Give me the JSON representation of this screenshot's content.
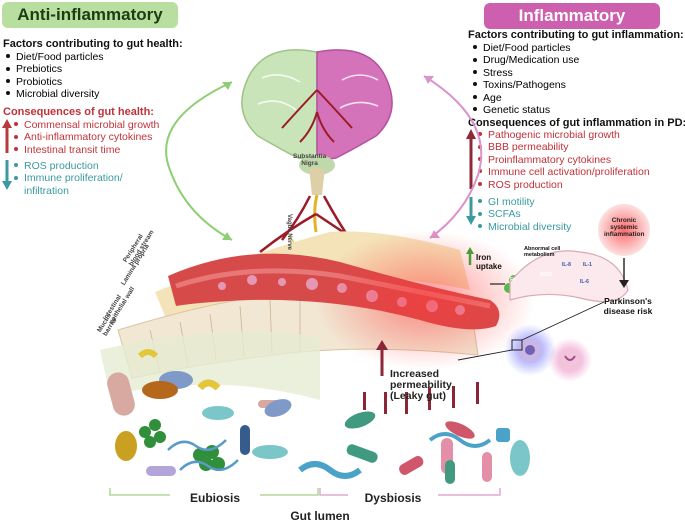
{
  "headers": {
    "anti": "Anti-inflammatory",
    "inflammatory": "Inflammatory"
  },
  "left": {
    "factors_title": "Factors contributing to gut health:",
    "factors": [
      "Diet/Food particles",
      "Prebiotics",
      "Probiotics",
      "Microbial diversity"
    ],
    "consequences_title": "Consequences of gut health:",
    "up": [
      "Commensal microbial growth",
      "Anti-inflammatory cytokines",
      "Intestinal transit time"
    ],
    "down": [
      "ROS production",
      "Immune proliferation/",
      "infiltration"
    ]
  },
  "right": {
    "factors_title": "Factors contributing to gut inflammation:",
    "factors": [
      "Diet/Food particles",
      "Drug/Medication use",
      "Stress",
      "Toxins/Pathogens",
      "Age",
      "Genetic status"
    ],
    "consequences_title": "Consequences of gut inflammation in PD:",
    "up": [
      "Pathogenic microbial growth",
      "BBB permeability",
      "Proinflammatory cytokines",
      "Immune cell activation/proliferation",
      "ROS production"
    ],
    "down": [
      "GI motility",
      "SCFAs",
      "Microbial diversity"
    ]
  },
  "labels": {
    "substantia": [
      "Substantia",
      "Nigra"
    ],
    "vagus": "Vagus Nerve",
    "peripheral": [
      "Peripheral",
      "blood stream"
    ],
    "lamina": "Lamina propria",
    "intestinal": [
      "Intestinal",
      "epithelial wall"
    ],
    "mucus": [
      "Mucus",
      "barrier"
    ],
    "iron": [
      "Iron",
      "uptake"
    ],
    "abnormal": [
      "Abnormal cell",
      "metabolism"
    ],
    "ros": "ROS",
    "fe": "Fe",
    "il8": "IL-8",
    "il1": "IL-1",
    "il6": "IL-6",
    "chronic": [
      "Chronic",
      "systemic",
      "inflammation"
    ],
    "parkinsons": [
      "Parkinson's",
      "disease risk"
    ],
    "permeability": [
      "Increased",
      "permeability",
      "(Leaky gut)"
    ]
  },
  "footer": {
    "eubiosis": "Eubiosis",
    "dysbiosis": "Dysbiosis",
    "lumen": "Gut lumen"
  },
  "colors": {
    "anti_header": "#b9dfa0",
    "inflammatory_header": "#cc5fae",
    "red_text": "#c0323a",
    "teal_text": "#3a9aa0"
  }
}
